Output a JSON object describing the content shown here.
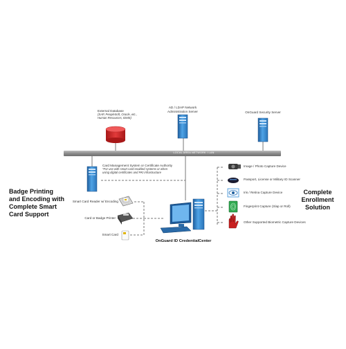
{
  "network": {
    "bus_label": "LOCAL AREA NETWORK / LAN"
  },
  "servers": {
    "external_db": {
      "title": "External Database",
      "subtitle": "(SAP, PeopleSoft, Oracle, etc., Human Resources, IDMS)"
    },
    "ldap": {
      "line1": "AD / LDAP Network",
      "line2": "Administration Server"
    },
    "security": {
      "title": "OnGuard Security Server"
    }
  },
  "cms": {
    "title": "Card Management System or Certificate Authority",
    "note1": "*For use with smart card enabled systems or when",
    "note2": "using digital certificates and PKI infrastructure"
  },
  "badge_section": {
    "line1": "Badge Printing",
    "line2": "and Encoding with",
    "line3": "Complete Smart",
    "line4": "Card Support",
    "items": [
      "Smart Card Reader w/ Encoding",
      "Card or Badge Printer",
      "Smart Card"
    ]
  },
  "workstation": {
    "label": "OnGuard ID CredentialCenter"
  },
  "enrollment": {
    "line1": "Complete",
    "line2": "Enrollment",
    "line3": "Solution",
    "devices": [
      "Image / Photo Capture Device",
      "Passport, License or Military ID Scanner",
      "Iris / Retina Capture Device",
      "Fingerprint Capture (Slap or Roll)",
      "Other Supported Biometric Capture Devices"
    ]
  },
  "colors": {
    "server_blue": "#3a8fd4",
    "bus_gray": "#9a9a9a",
    "db_red": "#d62a2a",
    "line_gray": "#777777"
  }
}
